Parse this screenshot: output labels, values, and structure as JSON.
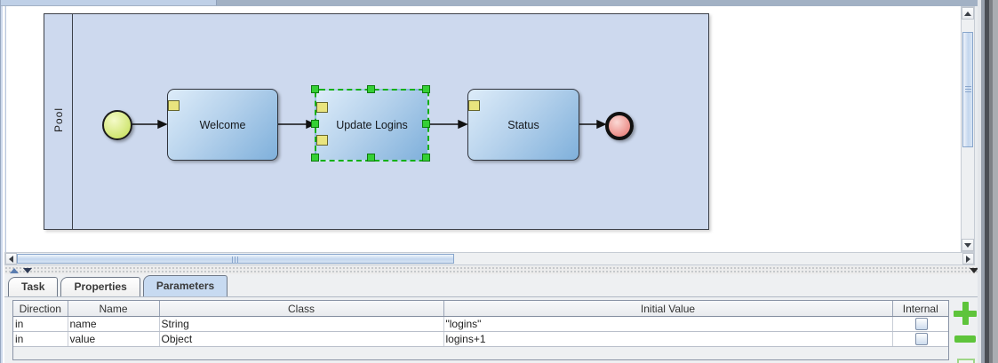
{
  "diagram": {
    "pool_label": "Pool",
    "nodes": {
      "start_event": "start-event",
      "end_event": "end-event"
    },
    "tasks": [
      {
        "label": "Welcome",
        "selected": false
      },
      {
        "label": "Update Logins",
        "selected": true
      },
      {
        "label": "Status",
        "selected": false
      }
    ]
  },
  "tabs": {
    "items": [
      {
        "label": "Task",
        "selected": false
      },
      {
        "label": "Properties",
        "selected": false
      },
      {
        "label": "Parameters",
        "selected": true
      }
    ]
  },
  "parameters_table": {
    "columns": [
      "Direction",
      "Name",
      "Class",
      "Initial Value",
      "Internal"
    ],
    "rows": [
      {
        "direction": "in",
        "name": "name",
        "class": "String",
        "initial_value": "\"logins\"",
        "internal": false
      },
      {
        "direction": "in",
        "name": "value",
        "class": "Object",
        "initial_value": "logins+1",
        "internal": false
      }
    ]
  },
  "actions": {
    "add_icon": "plus-icon",
    "remove_icon": "minus-icon"
  },
  "colors": {
    "pool_background": "#cdd9ee",
    "task_gradient_light": "#ddecf9",
    "task_gradient_dark": "#7fb0db",
    "start_event_fill": "#cde46a",
    "end_event_fill": "#e9837d",
    "selection_green": "#35d035",
    "badge_yellow": "#e9e47e",
    "selected_tab": "#c7daf1",
    "action_green": "#5ec43b"
  }
}
